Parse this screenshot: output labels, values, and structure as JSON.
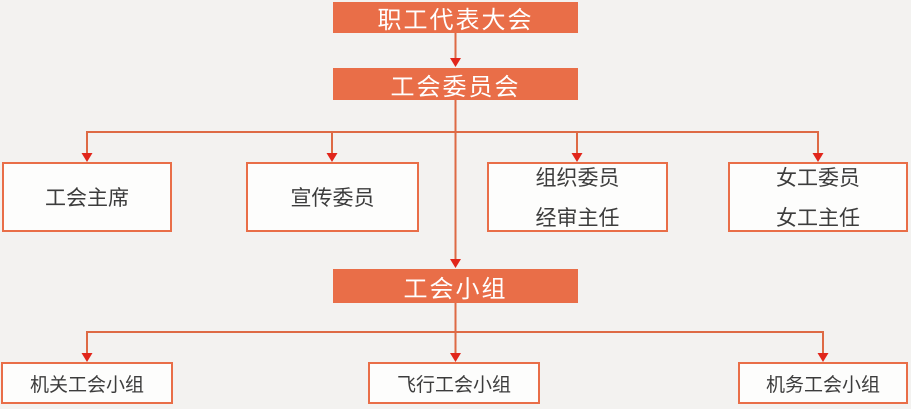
{
  "colors": {
    "background": "#F3F2F0",
    "node_fill": "#E96E48",
    "node_border": "#E96E48",
    "box_fill": "#FDFDFC",
    "text_on_orange": "#FFFFFF",
    "text_dark": "#3C3C3C",
    "connector": "#DE6A45",
    "arrowhead": "#E1261B"
  },
  "org_chart": {
    "level1": {
      "label": "职工代表大会"
    },
    "level2": {
      "label": "工会委员会"
    },
    "level3": [
      {
        "line1": "工会主席"
      },
      {
        "line1": "宣传委员"
      },
      {
        "line1": "组织委员",
        "line2": "经审主任"
      },
      {
        "line1": "女工委员",
        "line2": "女工主任"
      }
    ],
    "level4": {
      "label": "工会小组"
    },
    "level5": [
      {
        "label": "机关工会小组"
      },
      {
        "label": "飞行工会小组"
      },
      {
        "label": "机务工会小组"
      }
    ]
  }
}
